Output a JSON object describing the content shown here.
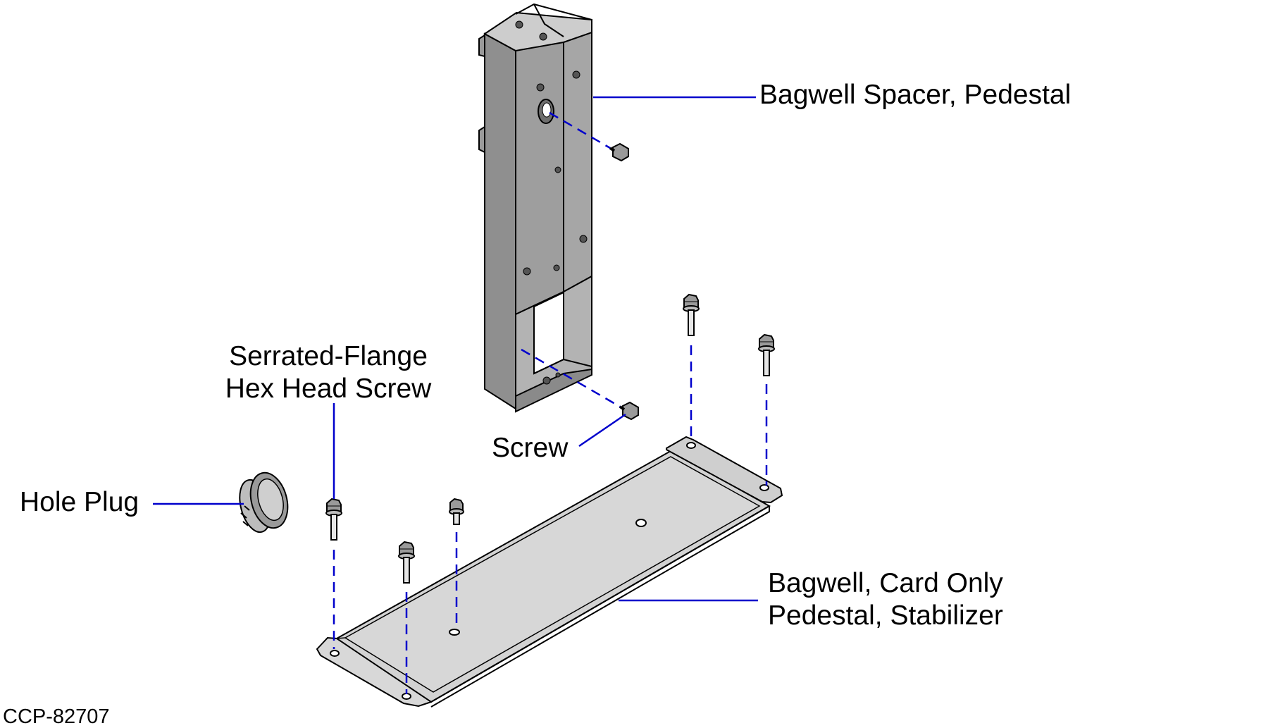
{
  "callouts": {
    "spacer": "Bagwell Spacer, Pedestal",
    "serrated_line1": "Serrated-Flange",
    "serrated_line2": "Hex Head Screw",
    "screw": "Screw",
    "hole_plug": "Hole Plug",
    "bagwell_line1": "Bagwell, Card Only",
    "bagwell_line2": "Pedestal, Stabilizer"
  },
  "figure_id": "CCP-82707",
  "colors": {
    "leader": "#0000cc",
    "metal_dark": "#8c8c8c",
    "metal_mid": "#a8a8a8",
    "metal_light": "#cfcfcf",
    "plate": "#d3d3d3",
    "outline": "#000000"
  }
}
